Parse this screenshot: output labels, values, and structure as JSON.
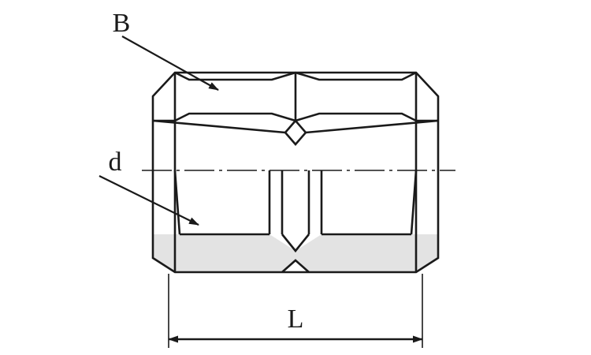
{
  "diagram": {
    "title": "Hex coupling technical drawing",
    "type": "engineering-line-drawing",
    "background_color": "#ffffff",
    "line_color": "#1a1a1a",
    "fill_color": "#e3e3e3",
    "labels": {
      "bore_diameter": "B",
      "thread_diameter": "d",
      "length": "L"
    },
    "annotations": {
      "leader_b": "leader line from label B to upper hex flat",
      "leader_d": "leader line from label d to inner bore wall",
      "dimension_l": "horizontal dimension line with arrows at both ends spanning overall length"
    }
  }
}
